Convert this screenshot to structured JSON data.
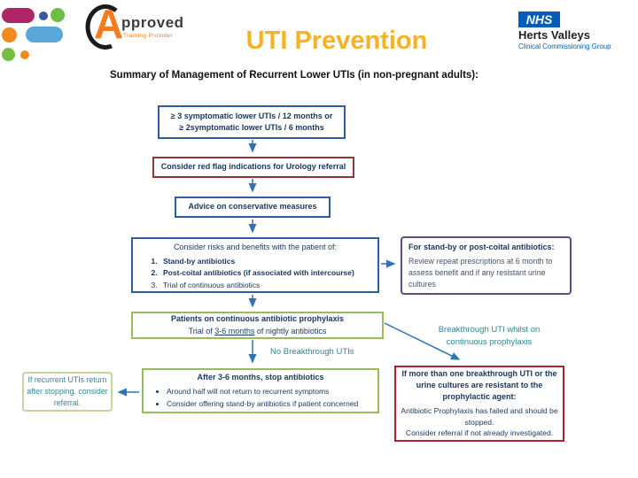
{
  "header": {
    "approved": {
      "initial": "A",
      "name_rest": "pproved",
      "tagline": "Training Provider"
    },
    "title": "UTI Prevention",
    "nhs": {
      "acronym": "NHS",
      "org": "Herts Valleys",
      "group": "Clinical Commissioning Group"
    }
  },
  "subtitle": "Summary of Management of Recurrent Lower UTIs (in non-pregnant adults):",
  "flow": {
    "criteria": {
      "line1": "≥ 3 symptomatic lower UTIs / 12 months or",
      "line2": "≥ 2symptomatic lower UTIs / 6 months"
    },
    "red_flag": "Consider red flag indications for Urology referral",
    "conservative": "Advice on conservative measures",
    "options": {
      "heading": "Consider risks and benefits with the patient of:",
      "items": [
        "Stand-by antibiotics",
        "Post-coital antibiotics (if associated with intercourse)",
        "Trial of continuous antibiotics"
      ]
    },
    "standby_review": {
      "heading": "For stand-by or post-coital antibiotics:",
      "body": "Review repeat prescriptions at 6 month to assess benefit and if any resistant urine cultures"
    },
    "prophylaxis": {
      "heading": "Patients on continuous antibiotic prophylaxis",
      "line2_prefix": "Trial of ",
      "line2_underlined": "3-6 months",
      "line2_suffix": " of nightly antibiotics"
    },
    "no_breakthrough_label": "No Breakthrough UTIs",
    "breakthrough_label": "Breakthrough UTI whilst on continuous prophylaxis",
    "stop": {
      "heading": "After 3-6 months, stop antibiotics",
      "bullets": [
        "Around half will not return to recurrent symptoms",
        "Consider offering stand-by antibiotics if patient concerned"
      ]
    },
    "return_referral": "If recurrent UTIs return after stopping, consider referral.",
    "failed": {
      "heading": "If more than one breakthrough UTI or the urine cultures are resistant to the prophylactic agent:",
      "body1": "Antibiotic Prophylaxis has failed and should be stopped.",
      "body2": "Consider referral if not already investigated."
    }
  },
  "colors": {
    "title_orange": "#F7B224",
    "logo_orange": "#F47B20",
    "nhs_blue": "#005EB8",
    "arrow_blue": "#2E74B5",
    "border_blue": "#2B5EA7",
    "border_maroon": "#913735",
    "border_purple": "#5F4B8B",
    "border_green": "#9BBB59",
    "border_light_green": "#C3D69B",
    "border_red": "#B02330",
    "text_navy": "#17375E",
    "text_teal": "#31849B"
  }
}
